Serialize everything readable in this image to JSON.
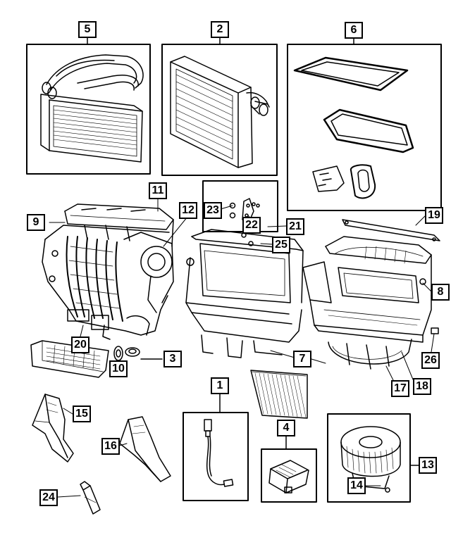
{
  "callouts": [
    {
      "id": "5",
      "label": "5"
    },
    {
      "id": "2",
      "label": "2"
    },
    {
      "id": "6",
      "label": "6"
    },
    {
      "id": "11",
      "label": "11"
    },
    {
      "id": "23",
      "label": "23"
    },
    {
      "id": "22",
      "label": "22"
    },
    {
      "id": "9",
      "label": "9"
    },
    {
      "id": "12",
      "label": "12"
    },
    {
      "id": "19",
      "label": "19"
    },
    {
      "id": "21",
      "label": "21"
    },
    {
      "id": "25",
      "label": "25"
    },
    {
      "id": "8",
      "label": "8"
    },
    {
      "id": "20",
      "label": "20"
    },
    {
      "id": "3",
      "label": "3"
    },
    {
      "id": "10",
      "label": "10"
    },
    {
      "id": "7",
      "label": "7"
    },
    {
      "id": "26",
      "label": "26"
    },
    {
      "id": "17",
      "label": "17"
    },
    {
      "id": "18",
      "label": "18"
    },
    {
      "id": "1",
      "label": "1"
    },
    {
      "id": "15",
      "label": "15"
    },
    {
      "id": "4",
      "label": "4"
    },
    {
      "id": "16",
      "label": "16"
    },
    {
      "id": "13",
      "label": "13"
    },
    {
      "id": "14",
      "label": "14"
    },
    {
      "id": "24",
      "label": "24"
    }
  ]
}
